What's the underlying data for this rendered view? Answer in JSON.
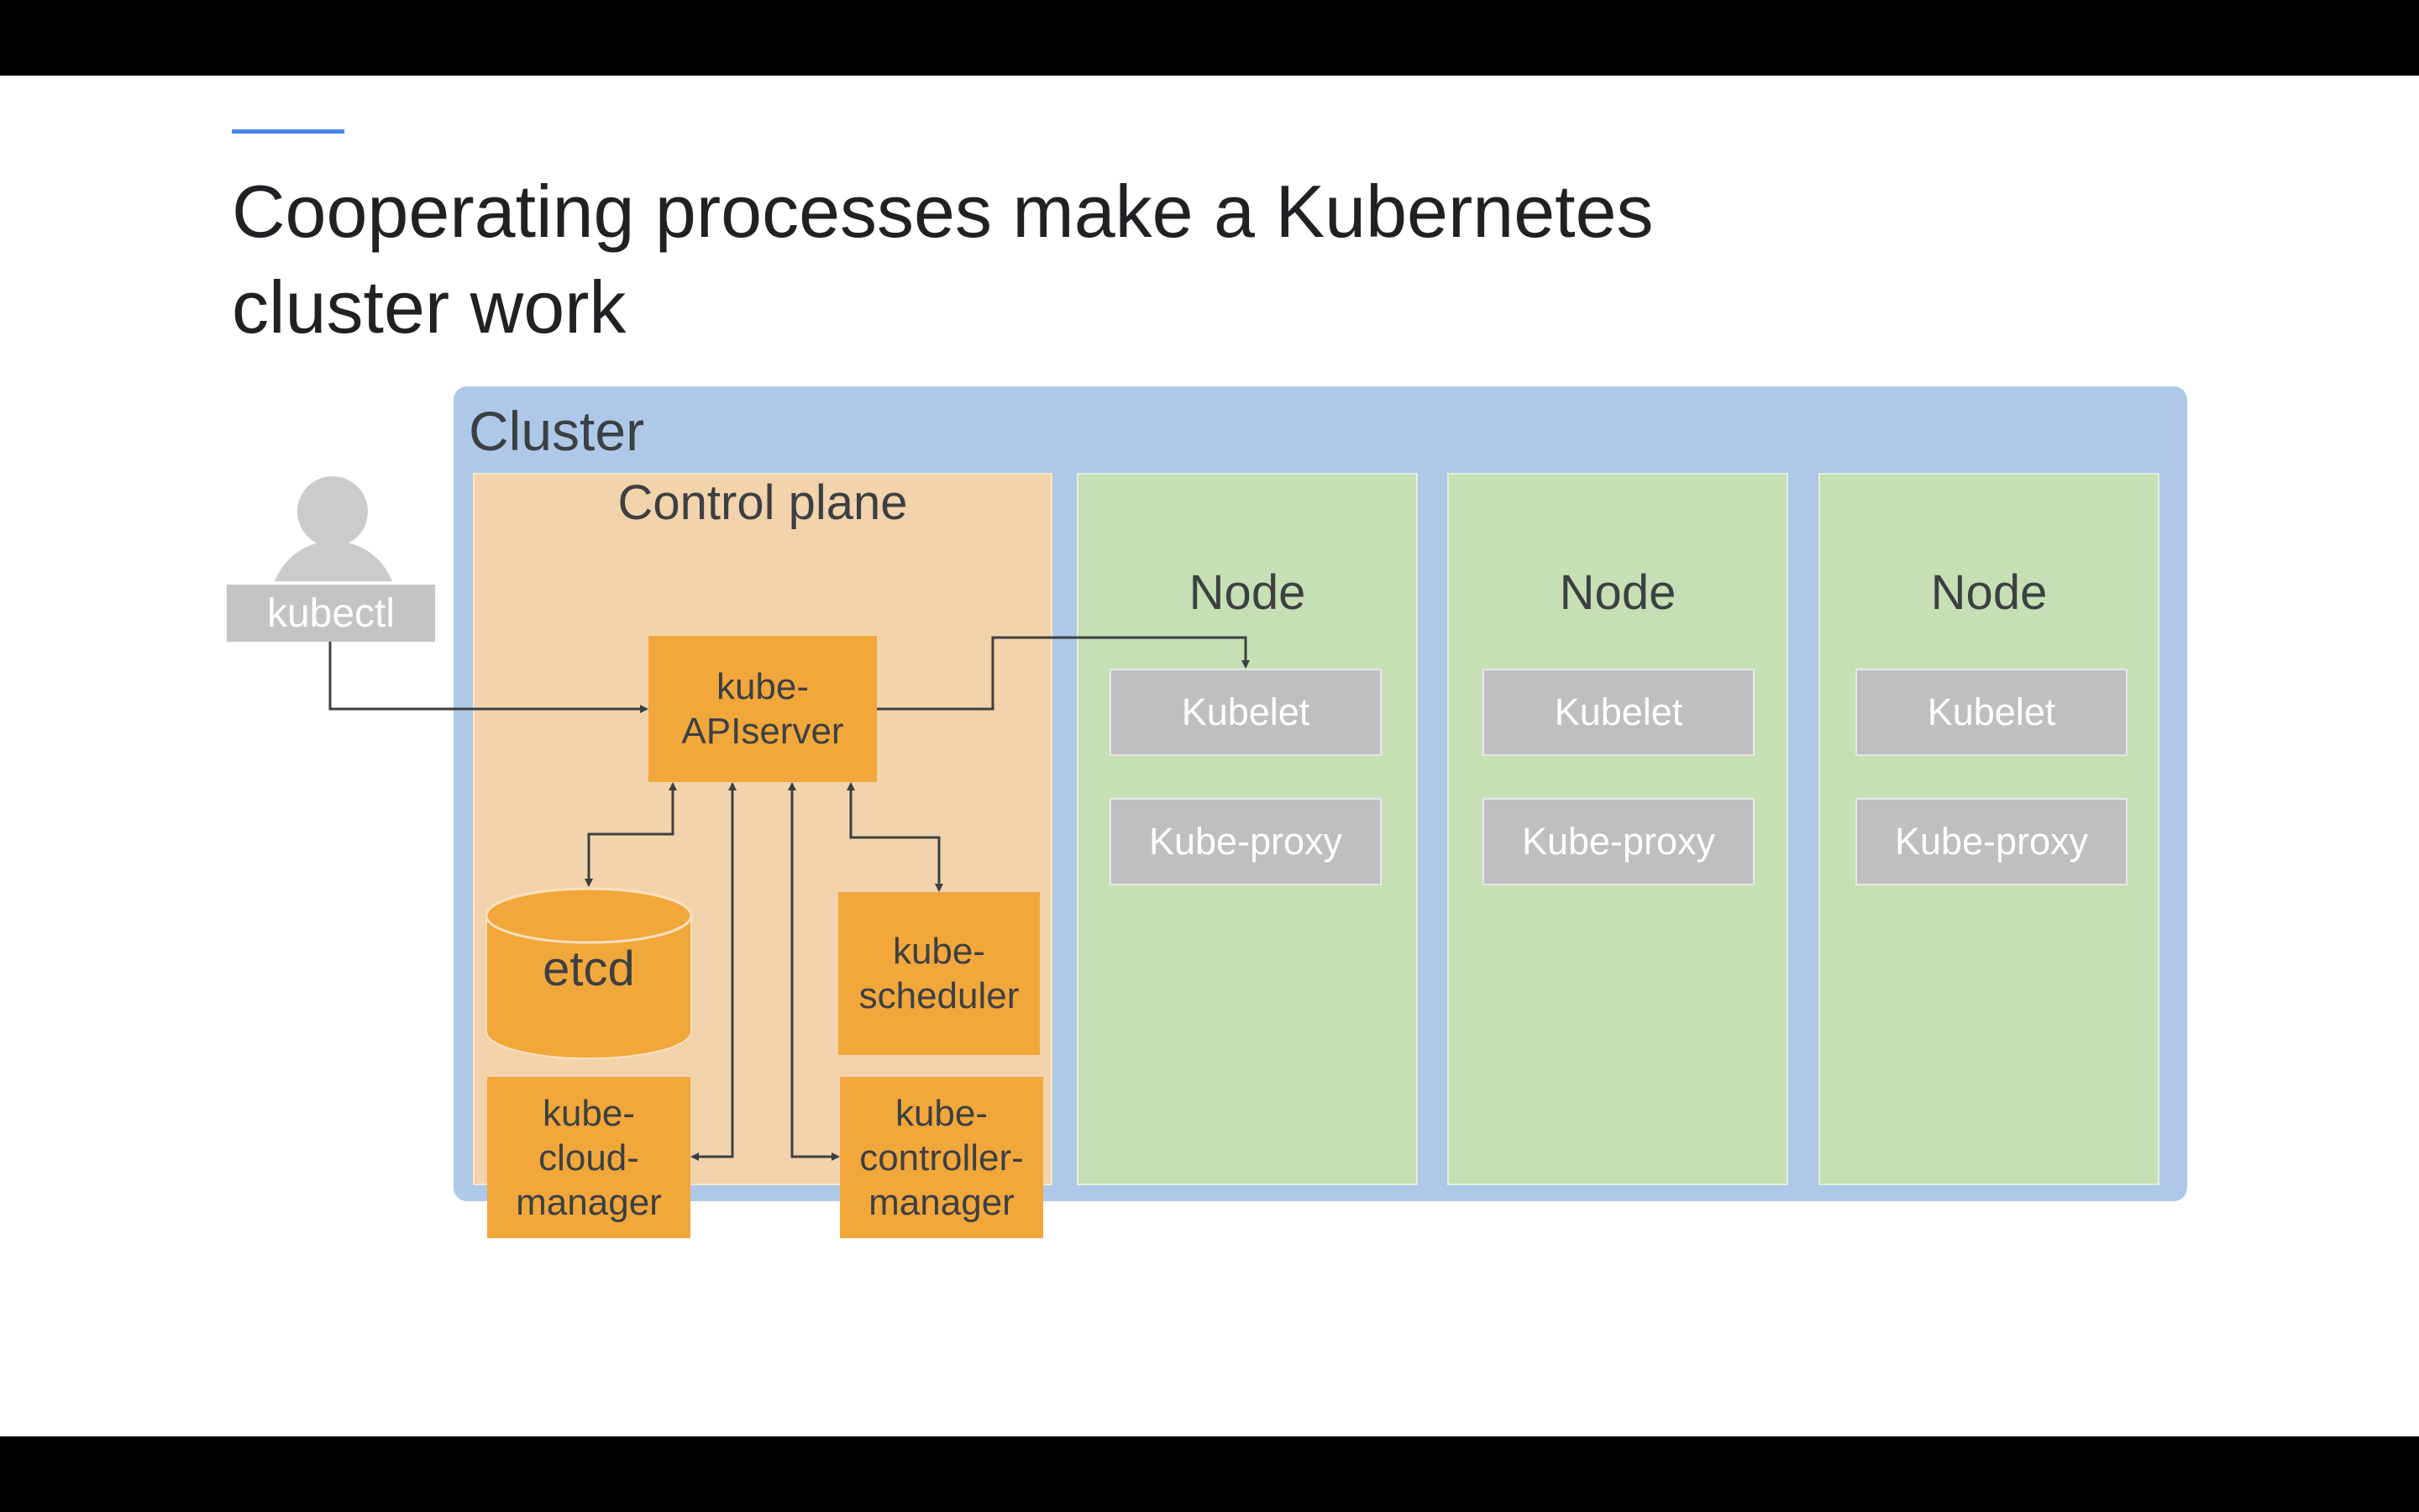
{
  "title": {
    "line1": "Cooperating processes make a Kubernetes",
    "line2": "cluster work"
  },
  "user": {
    "icon": "person-icon",
    "label": "kubectl"
  },
  "cluster": {
    "label": "Cluster"
  },
  "control_plane": {
    "label": "Control plane",
    "apiserver": {
      "line1": "kube-",
      "line2": "APIserver"
    },
    "etcd": "etcd",
    "scheduler": {
      "line1": "kube-",
      "line2": "scheduler"
    },
    "cloud_manager": {
      "line1": "kube-",
      "line2": "cloud-",
      "line3": "manager"
    },
    "controller_manager": {
      "line1": "kube-",
      "line2": "controller-",
      "line3": "manager"
    }
  },
  "nodes": [
    {
      "label": "Node",
      "kubelet": "Kubelet",
      "proxy": "Kube-proxy"
    },
    {
      "label": "Node",
      "kubelet": "Kubelet",
      "proxy": "Kube-proxy"
    },
    {
      "label": "Node",
      "kubelet": "Kubelet",
      "proxy": "Kube-proxy"
    }
  ],
  "colors": {
    "cluster": "#aec9e8",
    "control_plane": "#f3d3ac",
    "node": "#c6dfb4",
    "component": "#f2a73b",
    "agent": "#bfbfbf",
    "accent": "#4a86e8"
  }
}
